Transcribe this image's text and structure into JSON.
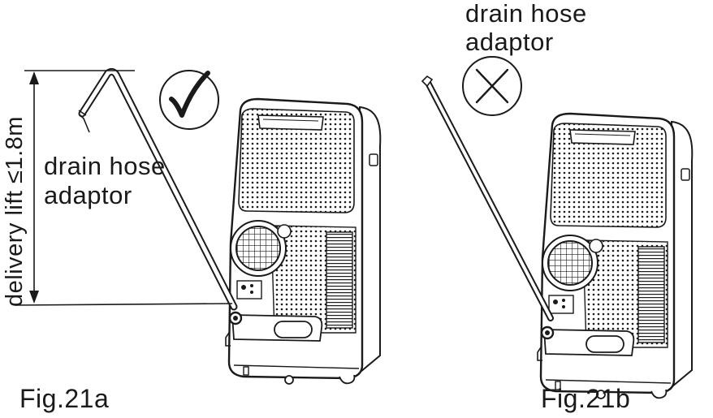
{
  "panel_a": {
    "adaptor_label_line1": "drain hose",
    "adaptor_label_line2": "adaptor",
    "lift_label": "delivery lift ≤1.8m",
    "indicator_icon": "check-mark-icon",
    "caption": "Fig.21a"
  },
  "panel_b": {
    "adaptor_label_line1": "drain hose",
    "adaptor_label_line2": "adaptor",
    "indicator_icon": "cross-mark-icon",
    "caption": "Fig.21b"
  },
  "colors": {
    "line": "#1a1a1a",
    "background": "#ffffff"
  }
}
